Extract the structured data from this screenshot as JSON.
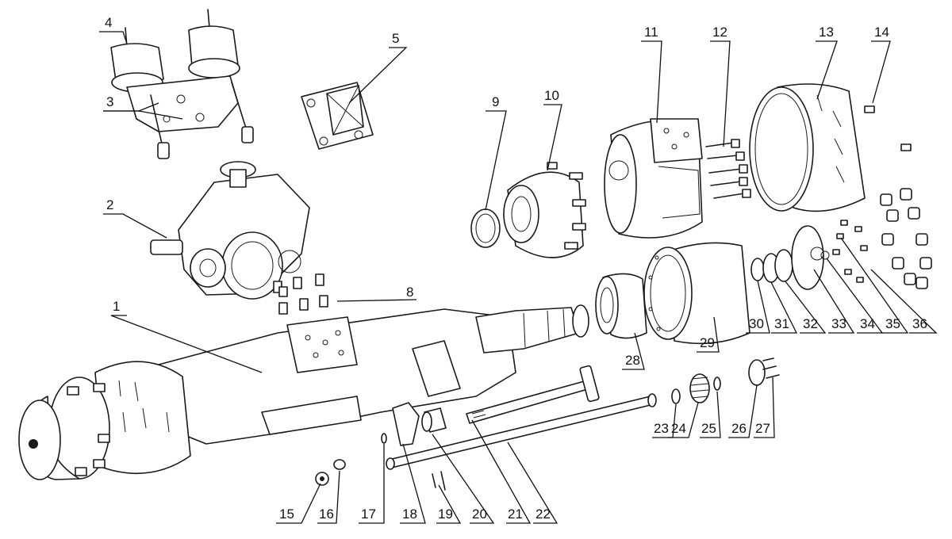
{
  "callouts": [
    {
      "text": "1"
    },
    {
      "text": "2"
    },
    {
      "text": "3"
    },
    {
      "text": "4"
    },
    {
      "text": "5"
    },
    {
      "text": "8"
    },
    {
      "text": "9"
    },
    {
      "text": "10"
    },
    {
      "text": "11"
    },
    {
      "text": "12"
    },
    {
      "text": "13"
    },
    {
      "text": "14"
    },
    {
      "text": "15"
    },
    {
      "text": "16"
    },
    {
      "text": "17"
    },
    {
      "text": "18"
    },
    {
      "text": "19"
    },
    {
      "text": "20"
    },
    {
      "text": "21"
    },
    {
      "text": "22"
    },
    {
      "text": "23"
    },
    {
      "text": "24"
    },
    {
      "text": "25"
    },
    {
      "text": "26"
    },
    {
      "text": "27"
    },
    {
      "text": "28"
    },
    {
      "text": "29"
    },
    {
      "text": "30"
    },
    {
      "text": "31"
    },
    {
      "text": "32"
    },
    {
      "text": "33"
    },
    {
      "text": "34"
    },
    {
      "text": "35"
    },
    {
      "text": "36"
    }
  ],
  "colors": {
    "line": "#1a1a1a",
    "background": "#ffffff"
  }
}
